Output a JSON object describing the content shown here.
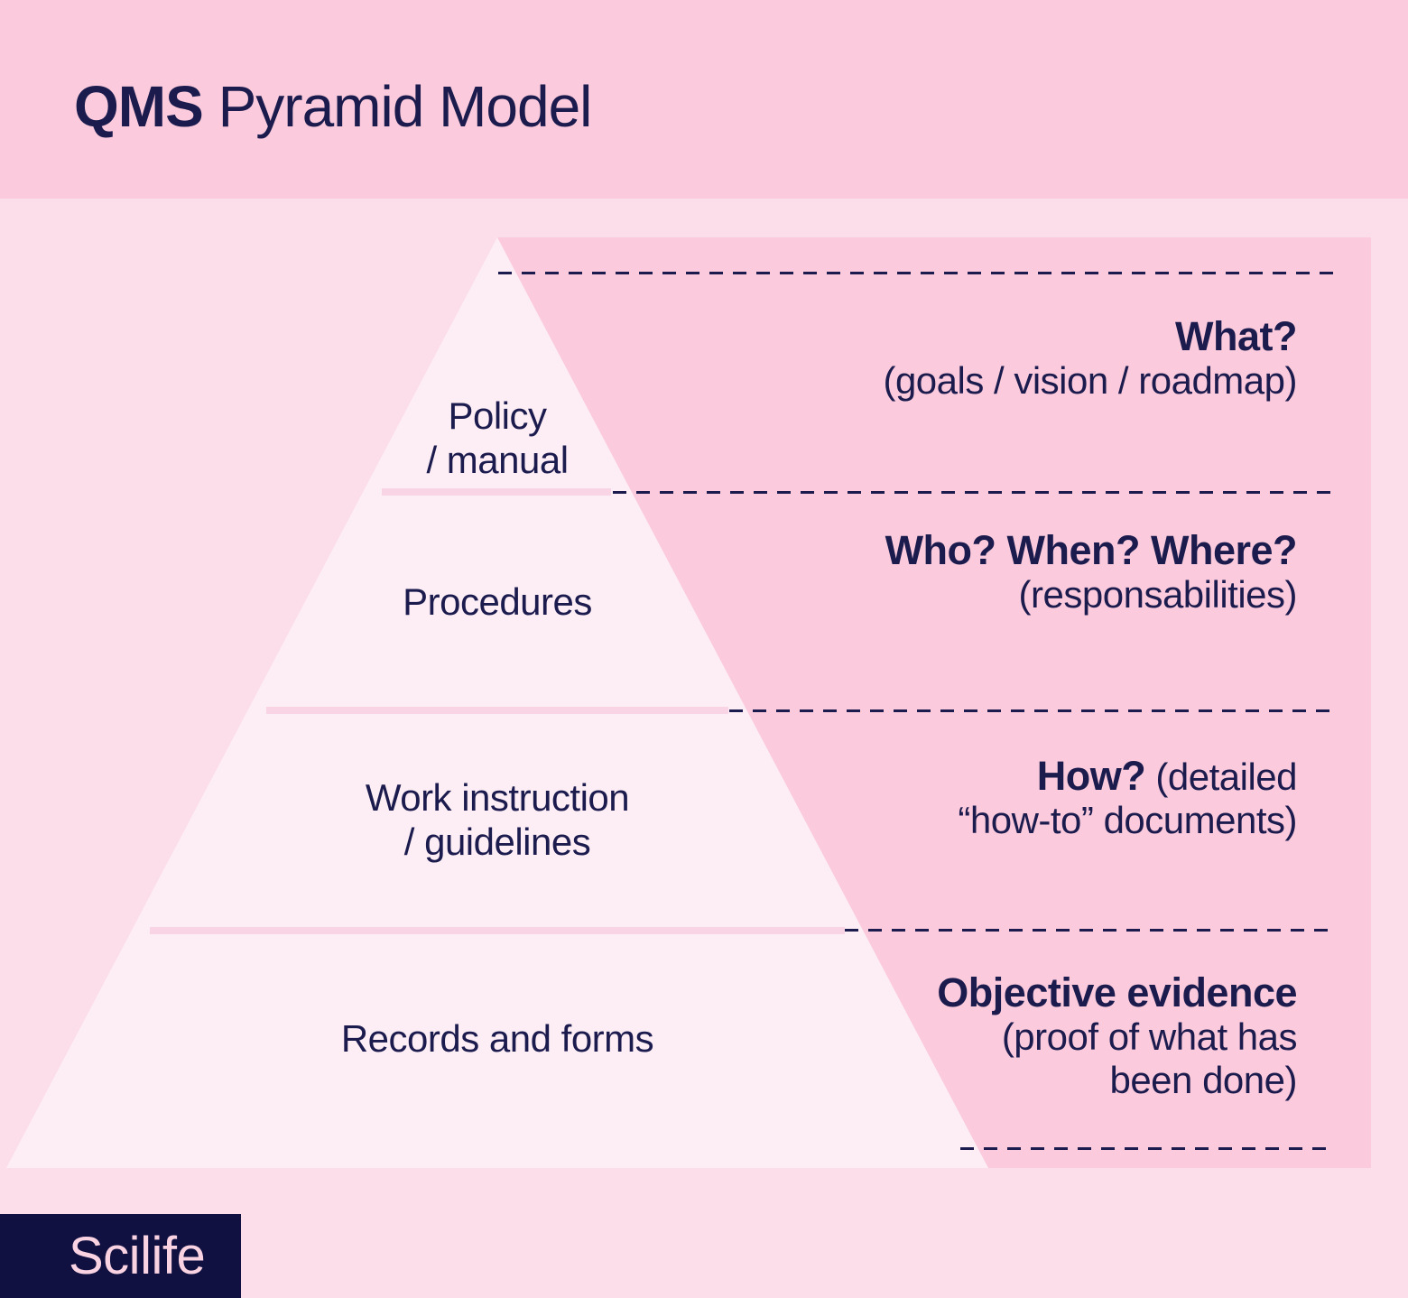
{
  "title": {
    "bold": "QMS",
    "regular": "Pyramid Model"
  },
  "colors": {
    "accent_pink": "#fbcbdd",
    "background_pink": "#fcdeeb",
    "pyramid_fill": "#fdeef6",
    "divider_pink": "#f9d4e4",
    "navy": "#1b1b4d",
    "logo_box_navy": "#101140",
    "logo_text_pink": "#fad3e3"
  },
  "pyramid": {
    "levels": [
      {
        "name": "policy-manual",
        "line1": "Policy",
        "line2": "/ manual"
      },
      {
        "name": "procedures",
        "line1": "Procedures"
      },
      {
        "name": "work-instruction-guidelines",
        "line1": "Work instruction",
        "line2": "/ guidelines"
      },
      {
        "name": "records-and-forms",
        "line1": "Records and forms"
      }
    ]
  },
  "annotations": [
    {
      "bold": "What?",
      "line2": "(goals / vision / roadmap)"
    },
    {
      "bold": "Who? When? Where?",
      "line2": "(responsabilities)"
    },
    {
      "bold": "How?",
      "bold_suffix": " (detailed",
      "line2": "“how-to” documents)"
    },
    {
      "bold": "Objective evidence",
      "line2": "(proof of what has",
      "line3": "been done)"
    }
  ],
  "logo": {
    "text": "Scilife"
  }
}
